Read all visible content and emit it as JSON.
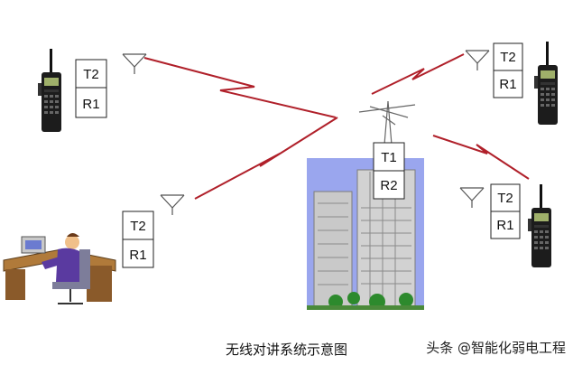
{
  "caption": "无线对讲系统示意图",
  "watermark": "头条 @智能化弱电工程",
  "units": {
    "radio_left": {
      "tx": "T2",
      "rx": "R1"
    },
    "radio_right": {
      "tx": "T2",
      "rx": "R1"
    },
    "radio_lower_right": {
      "tx": "T2",
      "rx": "R1"
    },
    "dispatcher": {
      "tx": "T2",
      "rx": "R1"
    },
    "repeater": {
      "tx": "T1",
      "rx": "R2"
    }
  },
  "colors": {
    "link": "#b0202a",
    "sky": "#9aa6ee",
    "box_border": "#222222"
  }
}
